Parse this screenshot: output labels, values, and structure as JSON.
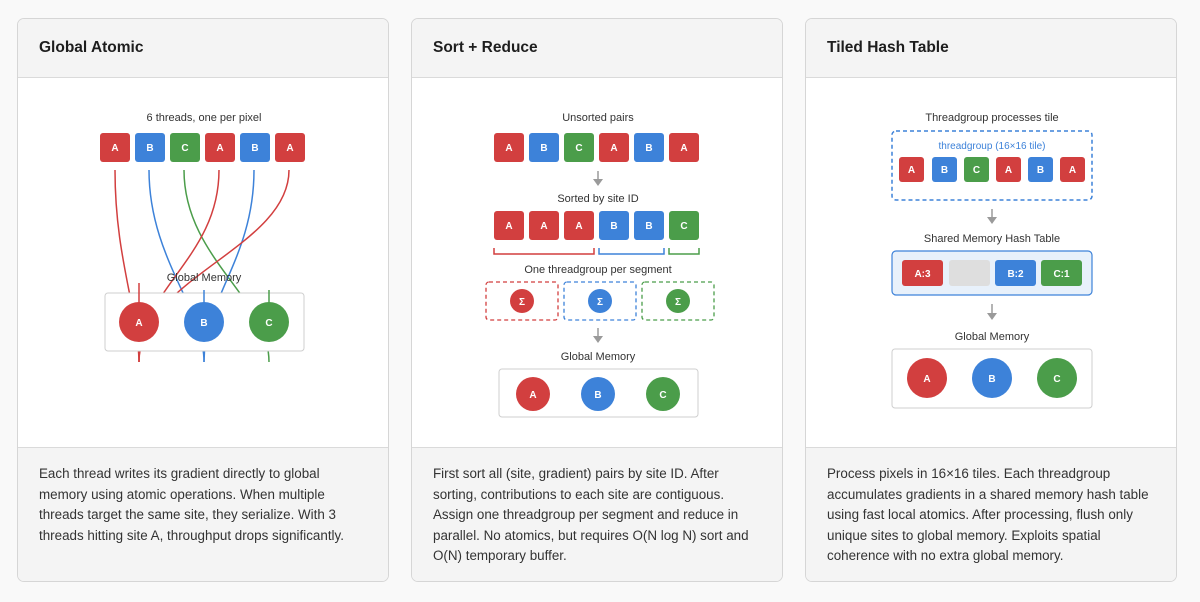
{
  "colors": {
    "red": "#d23f3f",
    "blue": "#3d82d9",
    "green": "#4b9d4a",
    "empty_slot": "#dedede",
    "hash_table_bg": "#e8f1fb",
    "hash_table_border": "#3d82d9"
  },
  "global_atomic": {
    "title": "Global Atomic",
    "threads_label": "6 threads, one per pixel",
    "threads": [
      "A",
      "B",
      "C",
      "A",
      "B",
      "A"
    ],
    "memory_label": "Global Memory",
    "memory_sites": [
      "A",
      "B",
      "C"
    ],
    "description": "Each thread writes its gradient directly to global memory using atomic operations. When multiple threads target the same site, they serialize. With 3 threads hitting site A, throughput drops significantly."
  },
  "sort_reduce": {
    "title": "Sort + Reduce",
    "unsorted_label": "Unsorted pairs",
    "unsorted": [
      "A",
      "B",
      "C",
      "A",
      "B",
      "A"
    ],
    "sorted_label": "Sorted by site ID",
    "sorted": [
      "A",
      "A",
      "A",
      "B",
      "B",
      "C"
    ],
    "segment_label": "One threadgroup per segment",
    "sum_symbol": "Σ",
    "memory_label": "Global Memory",
    "memory_sites": [
      "A",
      "B",
      "C"
    ],
    "description": "First sort all (site, gradient) pairs by site ID. After sorting, contributions to each site are contiguous. Assign one threadgroup per segment and reduce in parallel. No atomics, but requires O(N log N) sort and O(N) temporary buffer."
  },
  "tiled_hash": {
    "title": "Tiled Hash Table",
    "tile_label": "Threadgroup processes tile",
    "threadgroup_label": "threadgroup (16×16 tile)",
    "tile_threads": [
      "A",
      "B",
      "C",
      "A",
      "B",
      "A"
    ],
    "hash_label": "Shared Memory Hash Table",
    "hash_entries": [
      "A:3",
      "",
      "B:2",
      "C:1"
    ],
    "memory_label": "Global Memory",
    "memory_sites": [
      "A",
      "B",
      "C"
    ],
    "description": "Process pixels in 16×16 tiles. Each threadgroup accumulates gradients in a shared memory hash table using fast local atomics. After processing, flush only unique sites to global memory. Exploits spatial coherence with no extra global memory."
  }
}
